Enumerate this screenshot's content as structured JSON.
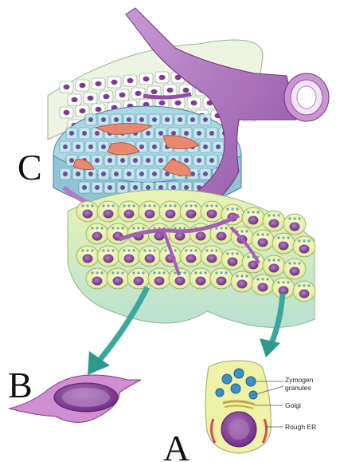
{
  "labels": {
    "C": "C",
    "B": "B",
    "A": "A",
    "zymogen_line1": "Zymogen",
    "zymogen_line2": "granules",
    "golgi": "Golgi",
    "rough_er": "Rough ER"
  },
  "colors": {
    "background": "#ffffff",
    "vessel": "#b57bc4",
    "vessel_dark": "#8e4fa3",
    "acinar_cell": "#eef2a6",
    "acinar_base": "#c9e8c9",
    "nucleus": "#8a3f98",
    "granule": "#7fb6c9",
    "islet_cell": "#bfe6ef",
    "rbc": "#e7886f",
    "arrow": "#3aa89a",
    "text": "#111111"
  }
}
